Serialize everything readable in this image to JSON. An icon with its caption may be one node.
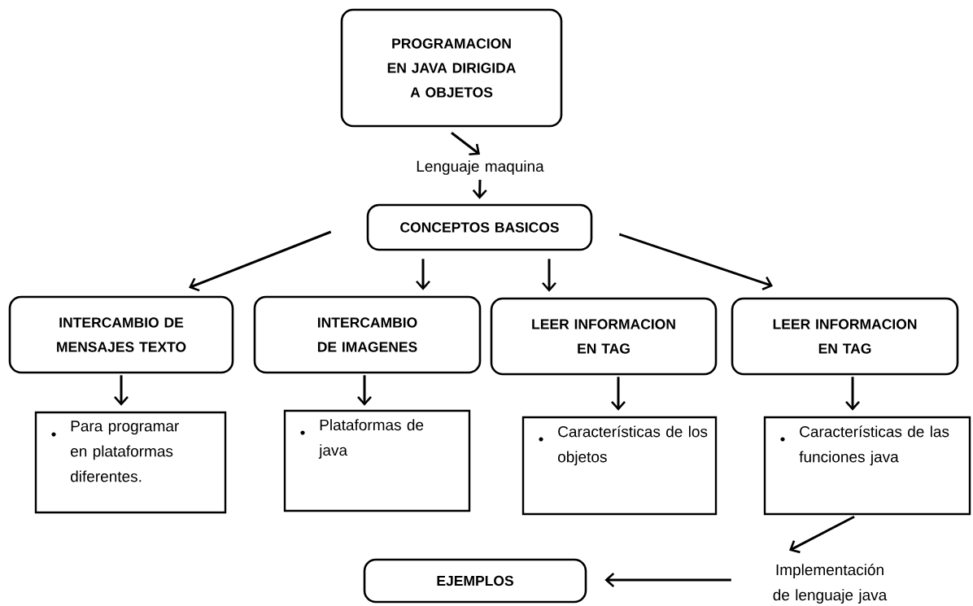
{
  "diagram": {
    "nodes": [
      {
        "text": [
          "PROGRAMACION EN JAVA DIRIGIDA A OBJETOS"
        ]
      },
      {
        "text": [
          "Lenguaje maquina"
        ]
      },
      {
        "text": [
          "CONCEPTOS BASICOS"
        ]
      },
      {
        "text": [
          "INTERCAMBIO DE MENSAJES TEXTO"
        ]
      },
      {
        "text": [
          "INTERCAMBIO DE IMAGENES"
        ]
      },
      {
        "text": [
          "LEER INFORMACION EN TAG"
        ]
      },
      {
        "text": [
          "LEER INFORMACION EN TAG"
        ]
      },
      {
        "text": [
          "Para programar en plataformas diferentes."
        ]
      },
      {
        "text": [
          "Plataformas de java"
        ]
      },
      {
        "text": [
          "Características de los objetos"
        ]
      },
      {
        "text": [
          "Características de las funciones java"
        ]
      },
      {
        "text": [
          "Implementación de lenguaje java"
        ]
      },
      {
        "text": [
          "EJEMPLOS"
        ]
      }
    ],
    "edges": [
      {
        "from": 0,
        "to": 1,
        "arrow": "to"
      },
      {
        "from": 1,
        "to": 2,
        "arrow": "to"
      },
      {
        "from": 2,
        "to": 3,
        "arrow": "to"
      },
      {
        "from": 2,
        "to": 4,
        "arrow": "to"
      },
      {
        "from": 2,
        "to": 5,
        "arrow": "to"
      },
      {
        "from": 2,
        "to": 6,
        "arrow": "to"
      },
      {
        "from": 3,
        "to": 7,
        "arrow": "to"
      },
      {
        "from": 4,
        "to": 8,
        "arrow": "to"
      },
      {
        "from": 5,
        "to": 9,
        "arrow": "to"
      },
      {
        "from": 6,
        "to": 10,
        "arrow": "to"
      },
      {
        "from": 10,
        "to": 11,
        "arrow": "to"
      },
      {
        "from": 11,
        "to": 12,
        "arrow": "to"
      }
    ]
  }
}
